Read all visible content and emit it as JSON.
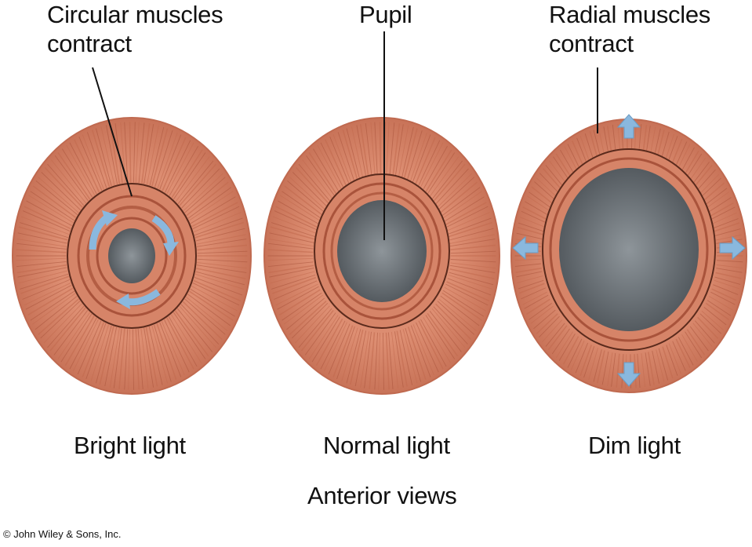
{
  "labels": {
    "circular": "Circular muscles\ncontract",
    "pupil": "Pupil",
    "radial": "Radial muscles\ncontract"
  },
  "captions": {
    "bright": "Bright light",
    "normal": "Normal light",
    "dim": "Dim light",
    "anterior": "Anterior views"
  },
  "credit": "© John Wiley & Sons, Inc.",
  "colors": {
    "iris": "#d9876b",
    "iris_dark": "#b8644a",
    "fiber": "#a9533b",
    "pupil": "#7c8287",
    "pupil_dark": "#4f555a",
    "arrow": "#8ab8de"
  }
}
